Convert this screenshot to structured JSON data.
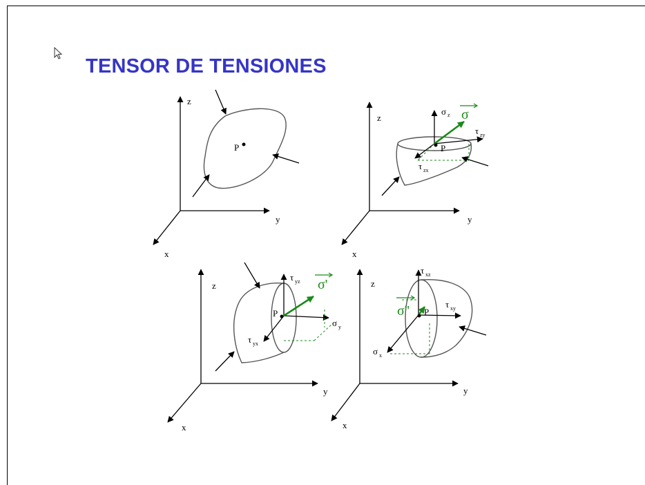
{
  "title": "TENSOR DE TENSIONES",
  "colors": {
    "title": "#3535c8",
    "vector": "#1a8a1a"
  },
  "icons": {
    "cursor": "mouse-pointer-icon"
  },
  "panel1": {
    "z": "z",
    "y": "y",
    "x": "x",
    "point": "P"
  },
  "panel2": {
    "z": "z",
    "y": "y",
    "x": "x",
    "point": "P",
    "sigma": "σ",
    "sigma_sub": "z",
    "tau_zy": "τ",
    "tau_zy_sub": "zy",
    "tau_zx": "τ",
    "tau_zx_sub": "zx",
    "vector": "σ"
  },
  "panel3": {
    "z": "z",
    "y": "y",
    "x": "x",
    "point": "P",
    "tau_yz": "τ",
    "tau_yz_sub": "yz",
    "sigma": "σ",
    "sigma_sub": "y",
    "tau_yx": "τ",
    "tau_yx_sub": "yx",
    "vector": "σ'"
  },
  "panel4": {
    "z": "z",
    "y": "y",
    "x": "x",
    "point": "P",
    "tau_xz": "τ",
    "tau_xz_sub": "xz",
    "tau_xy": "τ",
    "tau_xy_sub": "xy",
    "sigma": "σ",
    "sigma_sub": "x",
    "vector": "σ''"
  }
}
